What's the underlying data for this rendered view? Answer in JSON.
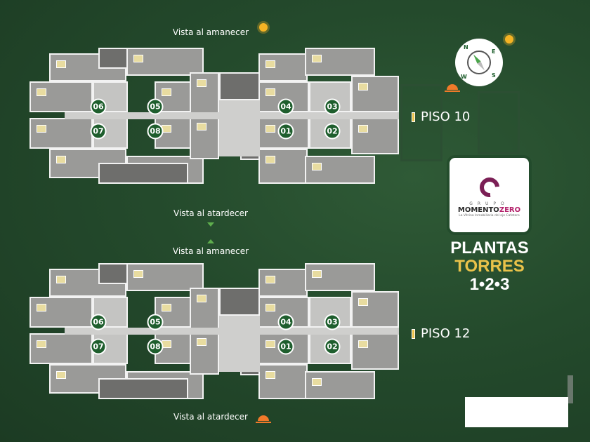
{
  "views": {
    "sunrise_top": "Vista al amanecer",
    "sunset_top": "Vista al atardecer",
    "sunrise_bottom": "Vista al amanecer",
    "sunset_bottom": "Vista al atardecer"
  },
  "floors": [
    {
      "label": "PISO 10",
      "units": [
        "06",
        "05",
        "04",
        "03",
        "07",
        "08",
        "01",
        "02"
      ]
    },
    {
      "label": "PISO 12",
      "units": [
        "06",
        "05",
        "04",
        "03",
        "07",
        "08",
        "01",
        "02"
      ]
    }
  ],
  "compass": {
    "n": "N",
    "e": "E",
    "s": "S",
    "w": "W"
  },
  "logo": {
    "grupo": "GRUPO",
    "name_a": "MOMENTO",
    "name_b": "ZERO",
    "tagline": "La Vitrina Inmobiliaria del eje Cafetero"
  },
  "title": {
    "line1": "PLANTAS",
    "line2": "TORRES",
    "line3": "1•2•3"
  },
  "colors": {
    "background": "#24472c",
    "badge": "#1e5e2d",
    "accent_yellow": "#e9c24a",
    "brand": "#b3206a"
  }
}
